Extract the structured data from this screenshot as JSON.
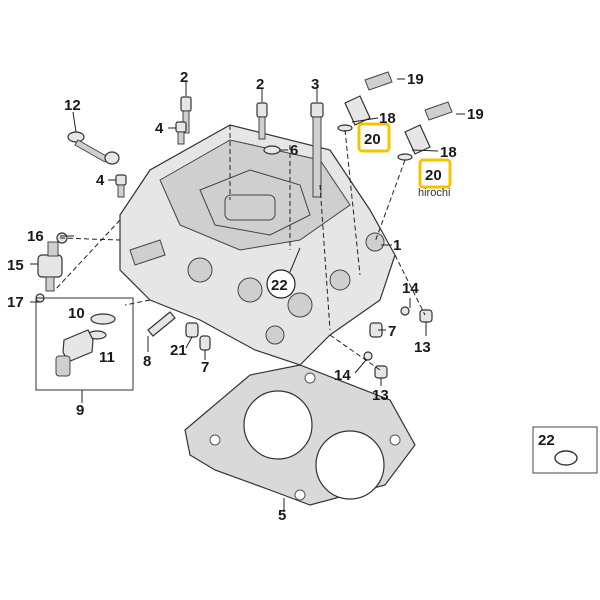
{
  "labels": {
    "l1": "1",
    "l2a": "2",
    "l2b": "2",
    "l3": "3",
    "l4a": "4",
    "l4b": "4",
    "l5": "5",
    "l6": "6",
    "l7a": "7",
    "l7b": "7",
    "l8": "8",
    "l9": "9",
    "l10": "10",
    "l11": "11",
    "l12": "12",
    "l13a": "13",
    "l13b": "13",
    "l14a": "14",
    "l14b": "14",
    "l15": "15",
    "l16": "16",
    "l17": "17",
    "l18a": "18",
    "l18b": "18",
    "l19a": "19",
    "l19b": "19",
    "l20a": "20",
    "l20b": "20",
    "l21": "21",
    "l22a": "22",
    "l22b": "22"
  },
  "watermark": "hirochi",
  "colors": {
    "highlight": "#f5c400",
    "ink": "#1a1a1a",
    "part_fill": "#e6e6e6"
  }
}
